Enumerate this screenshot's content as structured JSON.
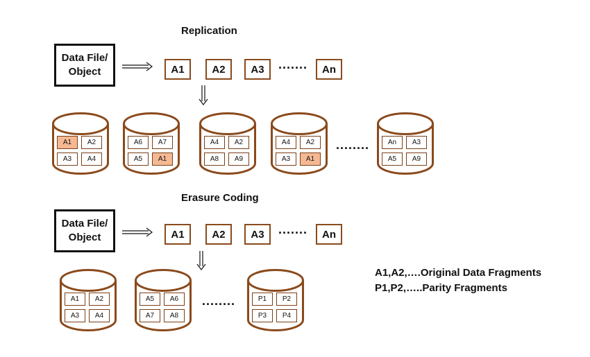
{
  "replication": {
    "title": "Replication",
    "source": "Data File/ Object",
    "fragments": [
      "A1",
      "A2",
      "A3",
      "An"
    ],
    "ellipsis": ".......",
    "disk_ellipsis": "........",
    "disks": [
      {
        "cells": [
          {
            "t": "A1",
            "hl": true
          },
          {
            "t": "A2"
          },
          {
            "t": "A3"
          },
          {
            "t": "A4"
          }
        ]
      },
      {
        "cells": [
          {
            "t": "A6"
          },
          {
            "t": "A7"
          },
          {
            "t": "A5"
          },
          {
            "t": "A1",
            "hl": true
          }
        ]
      },
      {
        "cells": [
          {
            "t": "A4"
          },
          {
            "t": "A2"
          },
          {
            "t": "A8"
          },
          {
            "t": "A9"
          }
        ]
      },
      {
        "cells": [
          {
            "t": "A4"
          },
          {
            "t": "A2"
          },
          {
            "t": "A3"
          },
          {
            "t": "A1",
            "hl": true
          }
        ]
      },
      {
        "cells": [
          {
            "t": "An"
          },
          {
            "t": "A3"
          },
          {
            "t": "A5"
          },
          {
            "t": "A9"
          }
        ]
      }
    ]
  },
  "erasure": {
    "title": "Erasure Coding",
    "source": "Data File/ Object",
    "fragments": [
      "A1",
      "A2",
      "A3",
      "An"
    ],
    "ellipsis": ".......",
    "disk_ellipsis": "........",
    "disks": [
      {
        "cells": [
          {
            "t": "A1"
          },
          {
            "t": "A2"
          },
          {
            "t": "A3"
          },
          {
            "t": "A4"
          }
        ]
      },
      {
        "cells": [
          {
            "t": "A5"
          },
          {
            "t": "A6"
          },
          {
            "t": "A7"
          },
          {
            "t": "A8"
          }
        ]
      },
      {
        "cells": [
          {
            "t": "P1"
          },
          {
            "t": "P2"
          },
          {
            "t": "P3"
          },
          {
            "t": "P4"
          }
        ]
      }
    ]
  },
  "legend": {
    "line1": "A1,A2,….Original Data Fragments",
    "line2": "P1,P2,…..Parity Fragments"
  },
  "colors": {
    "disk_stroke": "#8a4a1c",
    "highlight": "#f4b993",
    "text": "#111111"
  }
}
